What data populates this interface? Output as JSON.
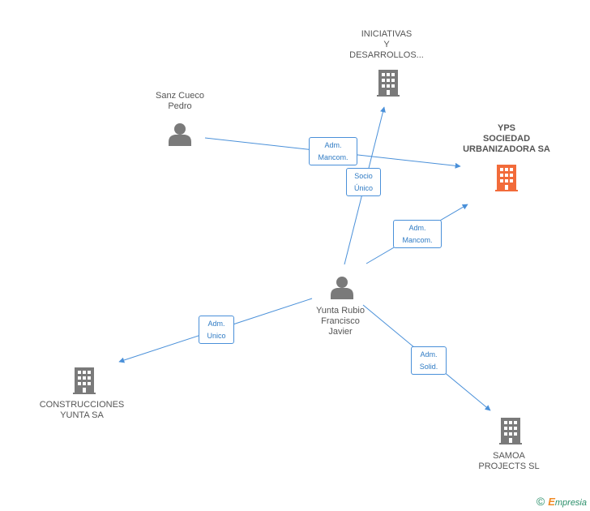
{
  "colors": {
    "edge": "#4a90d9",
    "node_gray": "#7a7a7a",
    "node_focus": "#f26b3a"
  },
  "nodes": {
    "iniciativas": {
      "lines": [
        "INICIATIVAS",
        "Y",
        "DESARROLLOS..."
      ],
      "icon": "building-icon"
    },
    "sanz": {
      "lines": [
        "Sanz Cueco",
        "Pedro"
      ],
      "icon": "person-icon"
    },
    "yps": {
      "lines": [
        "YPS",
        "SOCIEDAD",
        "URBANIZADORA SA"
      ],
      "icon": "building-icon"
    },
    "yunta": {
      "lines": [
        "Yunta Rubio",
        "Francisco",
        "Javier"
      ],
      "icon": "person-icon"
    },
    "construcciones": {
      "lines": [
        "CONSTRUCCIONES",
        "YUNTA SA"
      ],
      "icon": "building-icon"
    },
    "samoa": {
      "lines": [
        "SAMOA",
        "PROJECTS SL"
      ],
      "icon": "building-icon"
    }
  },
  "edges": {
    "sanz_yps": [
      "Adm.",
      "Mancom."
    ],
    "yunta_iniciativas": [
      "Socio",
      "Único"
    ],
    "yunta_yps": [
      "Adm.",
      "Mancom."
    ],
    "yunta_construcciones": [
      "Adm.",
      "Unico"
    ],
    "yunta_samoa": [
      "Adm.",
      "Solid."
    ]
  },
  "footer": {
    "copyright_symbol": "©",
    "brand_initial": "E",
    "brand_rest": "mpresia"
  }
}
